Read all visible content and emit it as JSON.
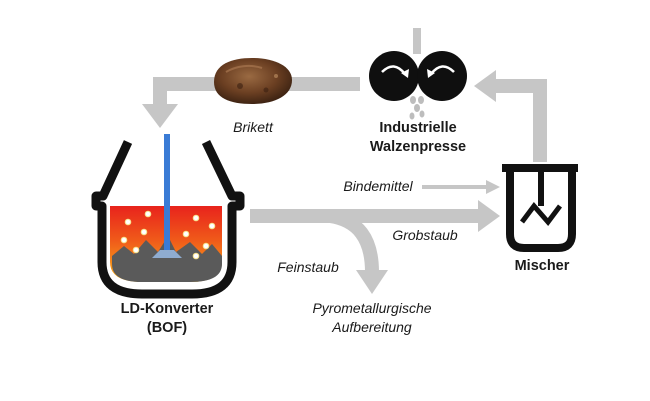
{
  "labels": {
    "briquette": "Brikett",
    "press_line1": "Industrielle",
    "press_line2": "Walzenpresse",
    "binder": "Bindemittel",
    "coarse_dust": "Grobstaub",
    "fine_dust": "Feinstaub",
    "mixer": "Mischer",
    "converter_line1": "LD-Konverter",
    "converter_line2": "(BOF)",
    "pyro_line1": "Pyrometallurgische",
    "pyro_line2": "Aufbereitung"
  },
  "colors": {
    "arrow": "#c6c6c6",
    "vessel": "#111111",
    "lance": "#3a7bd5",
    "slag": "#5a5a5a",
    "melt_top": "#e8231c",
    "melt_bottom": "#f7b21a",
    "briquette": "#6b3f22"
  }
}
